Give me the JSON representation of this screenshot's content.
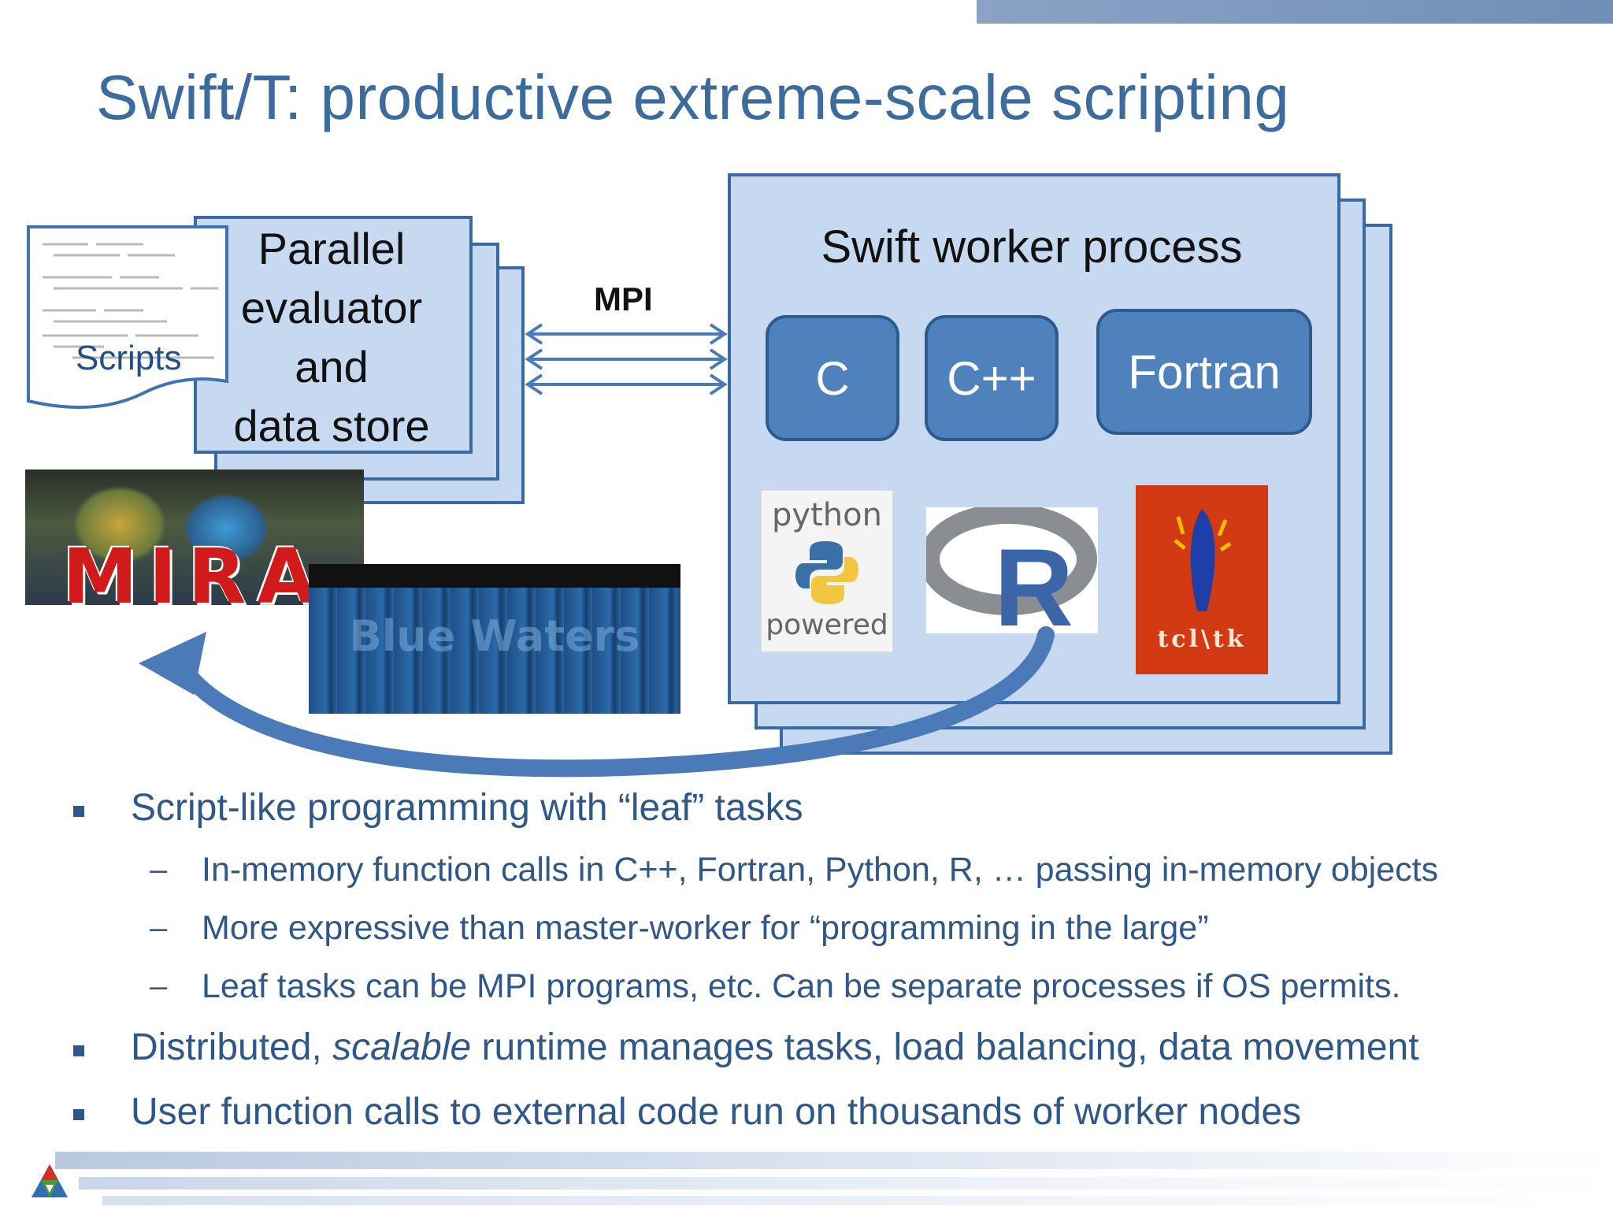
{
  "slide": {
    "title": "Swift/T: productive extreme-scale scripting"
  },
  "diagram": {
    "scripts_label": "Scripts",
    "evaluator_lines": [
      "Parallel",
      "evaluator",
      "and",
      "data store"
    ],
    "mpi_label": "MPI",
    "worker_title": "Swift worker process",
    "languages": [
      "C",
      "C++",
      "Fortran"
    ],
    "logos": {
      "python_top": "python",
      "python_bottom": "powered",
      "r": "R",
      "tcltk": "tcl\\tk",
      "mira": "MIRA",
      "bluewaters": "Blue Waters"
    },
    "colors": {
      "box_fill": "#c6d9f0",
      "box_border": "#3a6aa3",
      "lang_fill": "#4f81bd",
      "arrow": "#4a7ab8"
    }
  },
  "bullets": [
    {
      "text": "Script-like programming with “leaf” tasks",
      "sub": [
        "In-memory function calls in C++, Fortran, Python, R, … passing in-memory objects",
        "More expressive than master-worker for “programming in the large”",
        "Leaf tasks can be MPI programs, etc. Can be separate processes if OS permits."
      ]
    },
    {
      "text_before": "Distributed, ",
      "text_italic": "scalable",
      "text_after": " runtime manages tasks, load balancing, data movement"
    },
    {
      "text": "User function calls to external code run on thousands of worker nodes"
    }
  ]
}
